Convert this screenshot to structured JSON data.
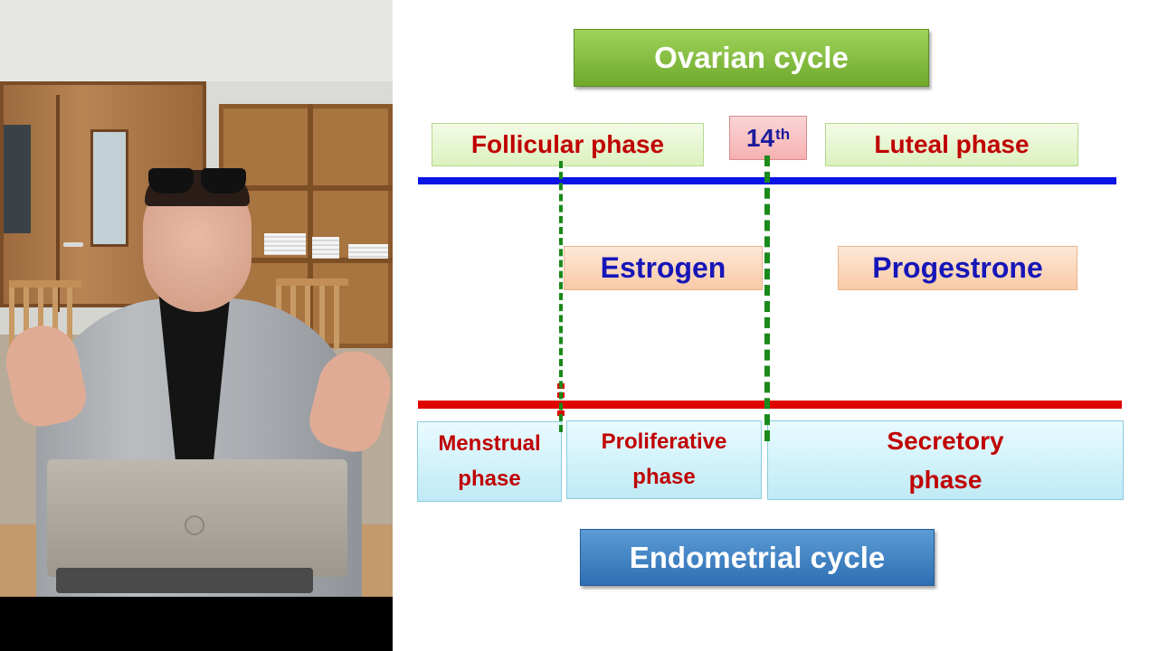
{
  "slide": {
    "ovarian_title": "Ovarian cycle",
    "follicular_phase": "Follicular phase",
    "day_marker": "14",
    "day_marker_suffix": "th",
    "luteal_phase": "Luteal  phase",
    "estrogen": "Estrogen",
    "progestrone": "Progestrone",
    "menstrual_line1": "Menstrual",
    "menstrual_line2": "phase",
    "proliferative_line1": "Proliferative",
    "proliferative_line2": "phase",
    "secretory_line1": "Secretory",
    "secretory_line2": "phase",
    "endometrial_title": "Endometrial  cycle"
  },
  "colors": {
    "ovarian_line": "#0a14e6",
    "endometrial_line": "#e00000",
    "phase_text": "#c00000",
    "hormone_text": "#1616b8",
    "dashed_marker": "#1a8a1a"
  }
}
